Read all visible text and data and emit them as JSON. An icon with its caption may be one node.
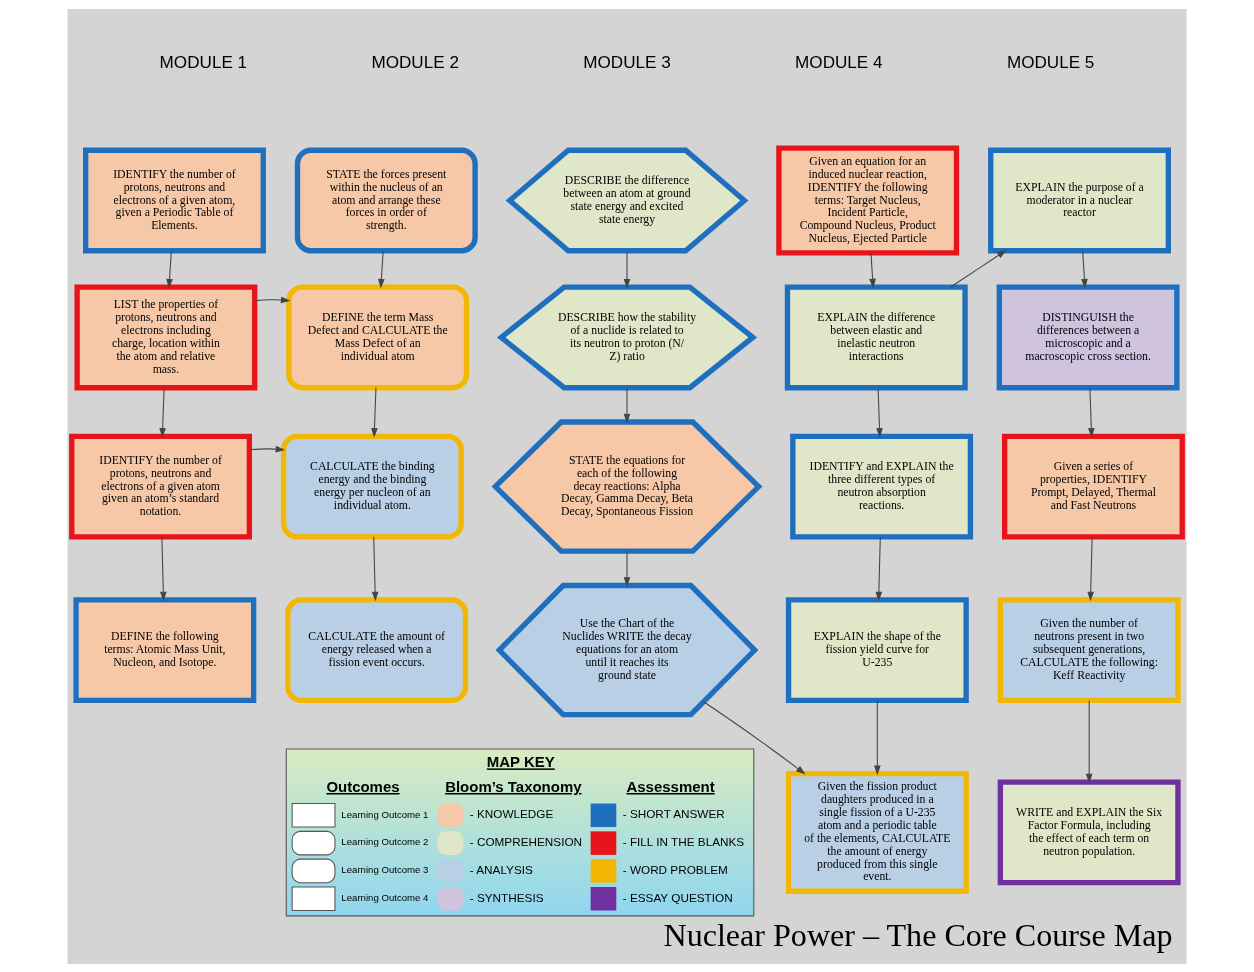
{
  "diagram": {
    "title": "Nuclear Power – The Core Course Map",
    "nodes": [
      {
        "text": [
          "IDENTIFY the number of protons, neutrons and electrons of a given atom, given a Periodic Table of Elements."
        ]
      },
      {
        "text": [
          "LIST the properties of protons, neutrons and electrons including charge, location within the atom and relative mass."
        ]
      },
      {
        "text": [
          "IDENTIFY the number of protons, neutrons and electrons of a given atom given an atom’s standard notation."
        ]
      },
      {
        "text": [
          "DEFINE the following terms: Atomic Mass Unit, Nucleon, and Isotope."
        ]
      },
      {
        "text": [
          "STATE the forces present within the nucleus of an atom and arrange these forces in order of strength."
        ]
      },
      {
        "text": [
          "DEFINE the term Mass Defect and CALCULATE the Mass Defect of an individual atom"
        ]
      },
      {
        "text": [
          "CALCULATE the binding energy and the binding energy per nucleon of an individual atom."
        ]
      },
      {
        "text": [
          "CALCULATE the amount of energy released when a fission event occurs."
        ]
      },
      {
        "text": [
          "DESCRIBE the difference between an atom at ground state energy and excited state energy"
        ]
      },
      {
        "text": [
          "DESCRIBE how the stability of a nuclide is related to its neutron to proton (N/ Z) ratio"
        ]
      },
      {
        "text": [
          "STATE the equations for each of the following decay reactions: Alpha Decay, Gamma Decay, Beta Decay, Spontaneous Fission"
        ]
      },
      {
        "text": [
          "Use the Chart of the Nuclides WRITE the decay equations for an atom until it reaches its ground state"
        ]
      },
      {
        "text": [
          "Given an equation for an induced nuclear reaction, IDENTIFY the following terms: Target Nucleus, Incident Particle, Compound Nucleus, Product Nucleus, Ejected Particle"
        ]
      },
      {
        "text": [
          "EXPLAIN the difference between elastic and inelastic neutron interactions"
        ]
      },
      {
        "text": [
          "IDENTIFY and EXPLAIN the three different types of neutron absorption reactions."
        ]
      },
      {
        "text": [
          "EXPLAIN the shape of the fission yield curve for U-235"
        ]
      },
      {
        "text": [
          "Given the fission product daughters produced in a single fission of a U-235 atom and a periodic table of the elements, CALCULATE the amount of energy produced from this single event."
        ]
      },
      {
        "text": [
          "EXPLAIN the purpose of a moderator in a nuclear reactor"
        ]
      },
      {
        "text": [
          "DISTINGUISH the differences between a microscopic and a macroscopic cross section."
        ]
      },
      {
        "text": [
          "Given a series of properties, IDENTIFY Prompt, Delayed, Thermal and Fast Neutrons"
        ]
      },
      {
        "text": [
          "Given the number of neutrons present in two subsequent generations, CALCULATE the following: Keff Reactivity"
        ]
      },
      {
        "text": [
          "WRITE and EXPLAIN the Six Factor Formula, including the effect of each term on neutron population."
        ]
      }
    ],
    "edges": [
      {
        "from": 0,
        "to": 1,
        "arrow": "to"
      },
      {
        "from": 1,
        "to": 2,
        "arrow": "to"
      },
      {
        "from": 2,
        "to": 3,
        "arrow": "to"
      },
      {
        "from": 1,
        "to": 5,
        "arrow": "to"
      },
      {
        "from": 2,
        "to": 6,
        "arrow": "to"
      },
      {
        "from": 4,
        "to": 5,
        "arrow": "to"
      },
      {
        "from": 5,
        "to": 6,
        "arrow": "to"
      },
      {
        "from": 6,
        "to": 7,
        "arrow": "to"
      },
      {
        "from": 8,
        "to": 9,
        "arrow": "to"
      },
      {
        "from": 9,
        "to": 10,
        "arrow": "to"
      },
      {
        "from": 10,
        "to": 11,
        "arrow": "to"
      },
      {
        "from": 11,
        "to": 16,
        "arrow": "to"
      },
      {
        "from": 12,
        "to": 13,
        "arrow": "to"
      },
      {
        "from": 13,
        "to": 14,
        "arrow": "to"
      },
      {
        "from": 14,
        "to": 15,
        "arrow": "to"
      },
      {
        "from": 15,
        "to": 16,
        "arrow": "to"
      },
      {
        "from": 13,
        "to": 17,
        "arrow": "to"
      },
      {
        "from": 17,
        "to": 18,
        "arrow": "to"
      },
      {
        "from": 18,
        "to": 19,
        "arrow": "to"
      },
      {
        "from": 19,
        "to": 20,
        "arrow": "to"
      },
      {
        "from": 20,
        "to": 21,
        "arrow": "to"
      }
    ],
    "labels": [
      "MODULE 1",
      "MODULE 2",
      "MODULE 3",
      "MODULE 4",
      "MODULE 5",
      "MAP KEY",
      "Outcomes",
      "Bloom’s Taxonomy",
      "Assessment"
    ],
    "legend": [
      {
        "text": "Learning Outcome 1"
      },
      {
        "text": "Learning Outcome 2"
      },
      {
        "text": "Learning Outcome 3"
      },
      {
        "text": "Learning Outcome 4"
      },
      {
        "text": "- KNOWLEDGE",
        "color": "#f6c8a8"
      },
      {
        "text": "- COMPREHENSION",
        "color": "#e0e6c8"
      },
      {
        "text": "- ANALYSIS",
        "color": "#b9cfe6"
      },
      {
        "text": "- SYNTHESIS",
        "color": "#cfc3de"
      },
      {
        "text": "- SHORT ANSWER",
        "color": "#1f6fbf"
      },
      {
        "text": "- FILL IN THE BLANKS",
        "color": "#e8141c"
      },
      {
        "text": "- WORD PROBLEM",
        "color": "#f2b705"
      },
      {
        "text": "- ESSAY QUESTION",
        "color": "#7030a0"
      }
    ]
  }
}
